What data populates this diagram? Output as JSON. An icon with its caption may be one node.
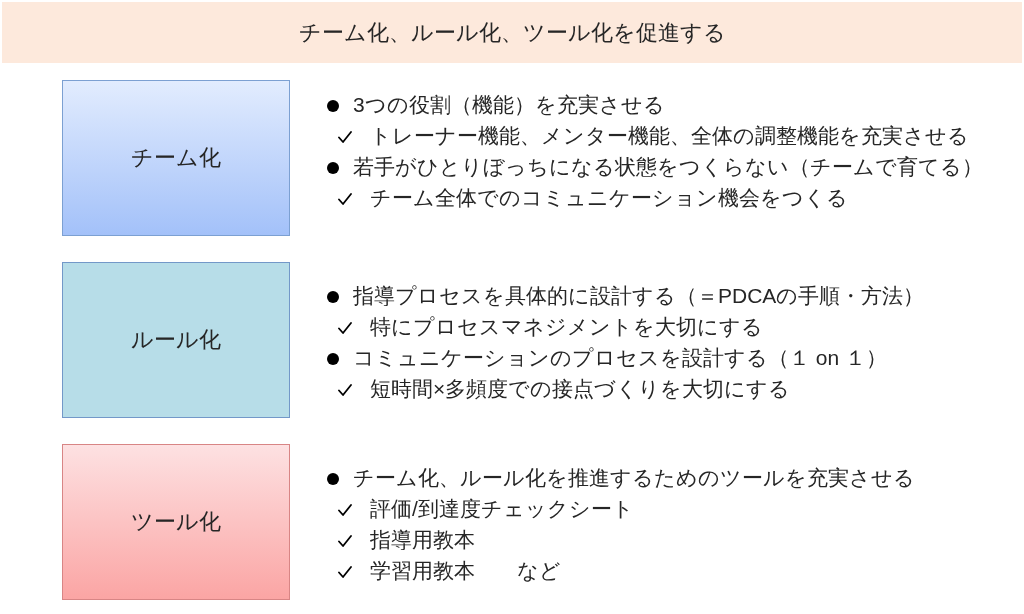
{
  "diagram": {
    "nodes": [
      {
        "text": [
          "チーム化、ルール化、ツール化を促進する"
        ]
      },
      {
        "text": [
          "チーム化"
        ],
        "beside": [
          "3つの役割（機能）を充実させる",
          "トレーナー機能、メンター機能、全体の調整機能を充実させる",
          "若手がひとりぼっちになる状態をつくらない（チームで育てる）",
          "チーム全体でのコミュニケーション機会をつくる"
        ]
      },
      {
        "text": [
          "ルール化"
        ],
        "beside": [
          "指導プロセスを具体的に設計する（＝PDCAの手順・方法）",
          "特にプロセスマネジメントを大切にする",
          "コミュニケーションのプロセスを設計する（１ on １）",
          "短時間×多頻度での接点づくりを大切にする"
        ]
      },
      {
        "text": [
          "ツール化"
        ],
        "beside": [
          "チーム化、ルール化を推進するためのツールを充実させる",
          "評価/到達度チェックシート",
          "指導用教本",
          "学習用教本　　など"
        ]
      }
    ]
  }
}
